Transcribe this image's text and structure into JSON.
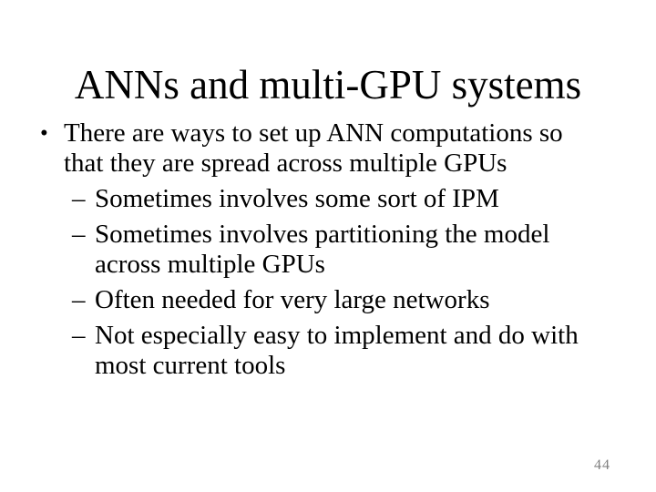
{
  "slide": {
    "title": "ANNs and multi-GPU systems",
    "page_number": "44",
    "colors": {
      "background": "#ffffff",
      "text": "#000000",
      "page_number": "#808080"
    },
    "bullet": {
      "marker": "•",
      "lines": [
        "There are ways to set up ANN computations so",
        "that they are spread across multiple GPUs"
      ],
      "sub_items": [
        {
          "marker": "–",
          "lines": [
            "Sometimes involves some sort of IPM"
          ]
        },
        {
          "marker": "–",
          "lines": [
            "Sometimes involves partitioning the model",
            "across multiple GPUs"
          ]
        },
        {
          "marker": "–",
          "lines": [
            "Often needed for very large networks"
          ]
        },
        {
          "marker": "–",
          "lines": [
            "Not especially easy to implement and do with",
            "most current tools"
          ]
        }
      ]
    }
  }
}
